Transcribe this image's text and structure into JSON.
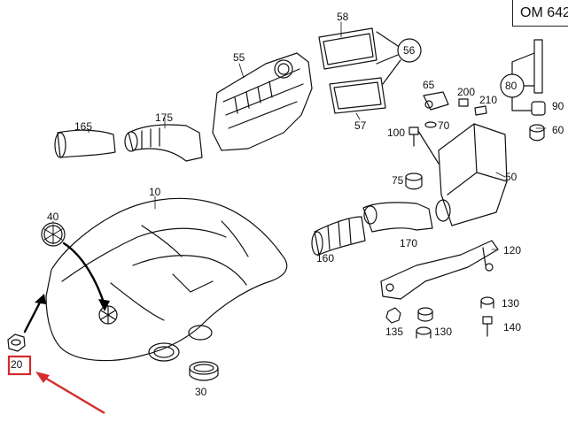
{
  "engine_code": "OM 642",
  "highlight_color": "#d42a2a",
  "callouts": {
    "c10": "10",
    "c20": "20",
    "c30": "30",
    "c40": "40",
    "c50": "50",
    "c55": "55",
    "c56": "56",
    "c57": "57",
    "c58": "58",
    "c60": "60",
    "c65": "65",
    "c70": "70",
    "c75": "75",
    "c80": "80",
    "c90": "90",
    "c100": "100",
    "c120": "120",
    "c130a": "130",
    "c130b": "130",
    "c135": "135",
    "c140": "140",
    "c160": "160",
    "c165": "165",
    "c170": "170",
    "c175": "175",
    "c200": "200",
    "c210": "210"
  }
}
